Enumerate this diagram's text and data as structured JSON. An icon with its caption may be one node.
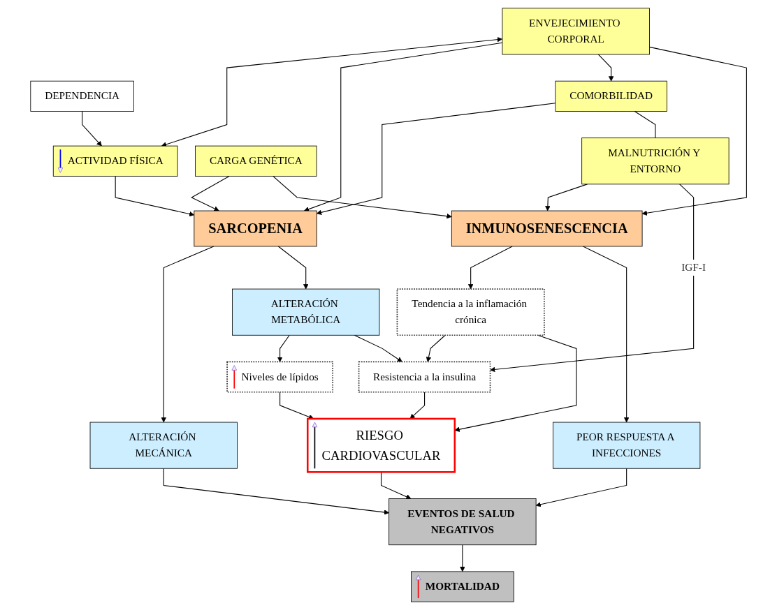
{
  "diagram": {
    "nodes": [
      {
        "text": [
          "ACTIVIDAD FÍSICA"
        ]
      },
      {
        "text": [
          "DEPENDENCIA"
        ]
      },
      {
        "text": [
          "ENVEJECIMIENTO CORPORAL"
        ]
      },
      {
        "text": [
          "COMORBILIDAD"
        ]
      },
      {
        "text": [
          "CARGA GENÉTICA"
        ]
      },
      {
        "text": [
          "SARCOPENIA"
        ]
      },
      {
        "text": [
          "ALTERACIÓN MECÁNICA"
        ]
      },
      {
        "text": [
          "ALTERACIÓN METABÓLICA"
        ]
      },
      {
        "text": [
          "MALNUTRICIÓN Y ENTORNO"
        ]
      },
      {
        "text": [
          "Niveles de lípidos"
        ]
      },
      {
        "text": [
          "Resistencia a la insulina"
        ]
      },
      {
        "text": [
          "Tendencia a la inflamación crónica"
        ]
      },
      {
        "text": [
          "RIESGO CARDIOVASCULAR"
        ]
      },
      {
        "text": [
          "EVENTOS DE SALUD NEGATIVOS"
        ]
      },
      {
        "text": [
          "INMUNOSENESCENCIA"
        ]
      },
      {
        "text": [
          "PEOR RESPUESTA A INFECCIONES"
        ]
      },
      {
        "text": [
          "MORTALIDAD"
        ]
      }
    ],
    "edges": [
      {
        "from": 2,
        "to": 0,
        "arrow": "both"
      },
      {
        "from": 1,
        "to": 0,
        "arrow": "to"
      },
      {
        "from": 0,
        "to": 5,
        "arrow": "to"
      },
      {
        "from": 2,
        "to": 5,
        "arrow": "to"
      },
      {
        "from": 3,
        "to": 5,
        "arrow": "to"
      },
      {
        "from": 4,
        "to": 5,
        "arrow": "to"
      },
      {
        "from": 2,
        "to": 3,
        "arrow": "to"
      },
      {
        "from": 2,
        "to": 14,
        "arrow": "to"
      },
      {
        "from": 4,
        "to": 14,
        "arrow": "to"
      },
      {
        "from": 8,
        "to": 14,
        "arrow": "to"
      },
      {
        "from": 3,
        "to": 8,
        "arrow": "none"
      },
      {
        "from": 5,
        "to": 6,
        "arrow": "to"
      },
      {
        "from": 5,
        "to": 7,
        "arrow": "to"
      },
      {
        "from": 7,
        "to": 9,
        "arrow": "to"
      },
      {
        "from": 7,
        "to": 10,
        "arrow": "to"
      },
      {
        "from": 8,
        "to": 10,
        "arrow": "to",
        "label": "IGF-I"
      },
      {
        "from": 11,
        "to": 10,
        "arrow": "to"
      },
      {
        "from": 11,
        "to": 12,
        "arrow": "to"
      },
      {
        "from": 9,
        "to": 12,
        "arrow": "to"
      },
      {
        "from": 10,
        "to": 12,
        "arrow": "to"
      },
      {
        "from": 6,
        "to": 13,
        "arrow": "to"
      },
      {
        "from": 12,
        "to": 13,
        "arrow": "to"
      },
      {
        "from": 14,
        "to": 11,
        "arrow": "to"
      },
      {
        "from": 14,
        "to": 15,
        "arrow": "to"
      },
      {
        "from": 15,
        "to": 13,
        "arrow": "to"
      },
      {
        "from": 13,
        "to": 16,
        "arrow": "to"
      }
    ]
  }
}
